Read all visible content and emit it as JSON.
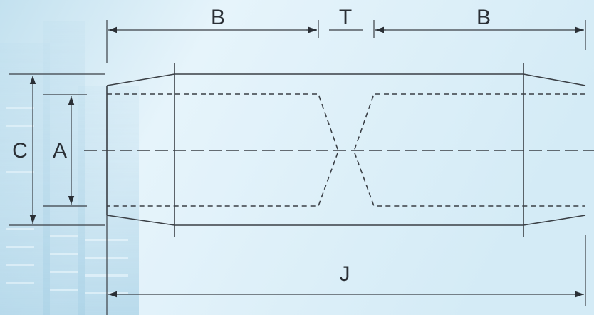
{
  "labels": {
    "b_left": "B",
    "t": "T",
    "b_right": "B",
    "c": "C",
    "a": "A",
    "j": "J"
  },
  "colors": {
    "background_light": "#e9f6fc",
    "background_mid": "#cfe8f4",
    "line": "#3a3f45"
  }
}
